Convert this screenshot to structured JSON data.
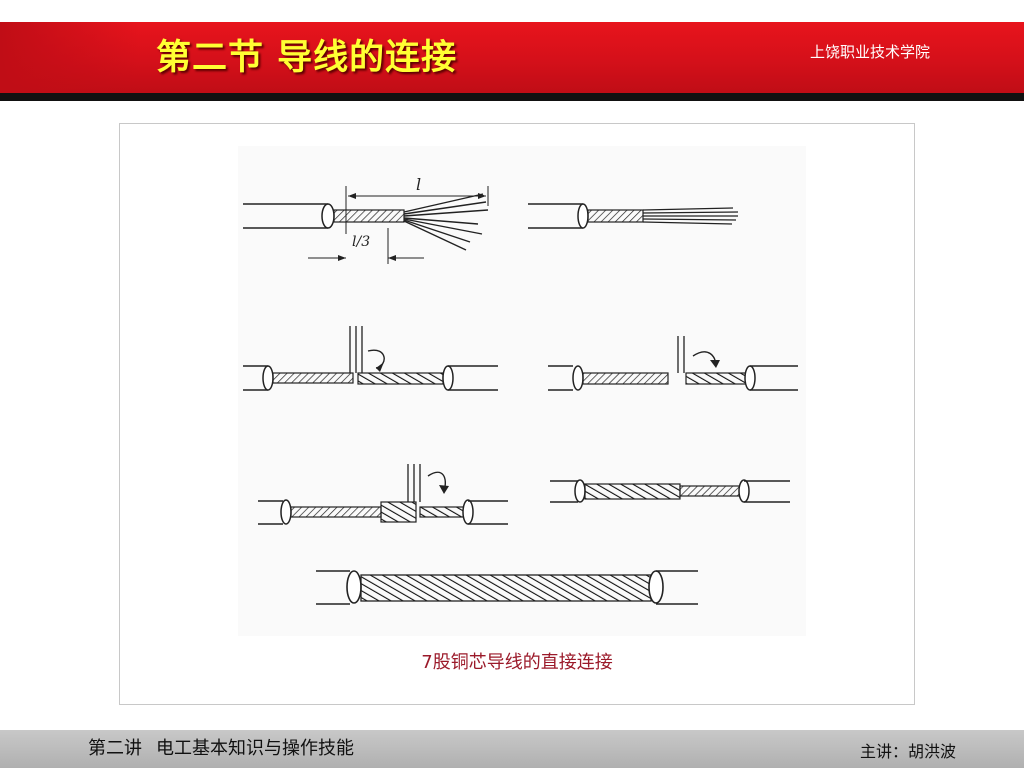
{
  "header": {
    "title": "第二节  导线的连接",
    "school": "上饶职业技术学院"
  },
  "figure": {
    "caption": "7股铜芯导线的直接连接",
    "dim_length_label": "l",
    "dim_third_label": "l/3"
  },
  "footer": {
    "lecture": "第二讲",
    "course": "电工基本知识与操作技能",
    "lecturer": "主讲：胡洪波"
  },
  "colors": {
    "header_red": "#d5101a",
    "title_yellow": "#ffff33",
    "caption_red": "#9b1a2a",
    "footer_gray": "#c0c0c0"
  }
}
